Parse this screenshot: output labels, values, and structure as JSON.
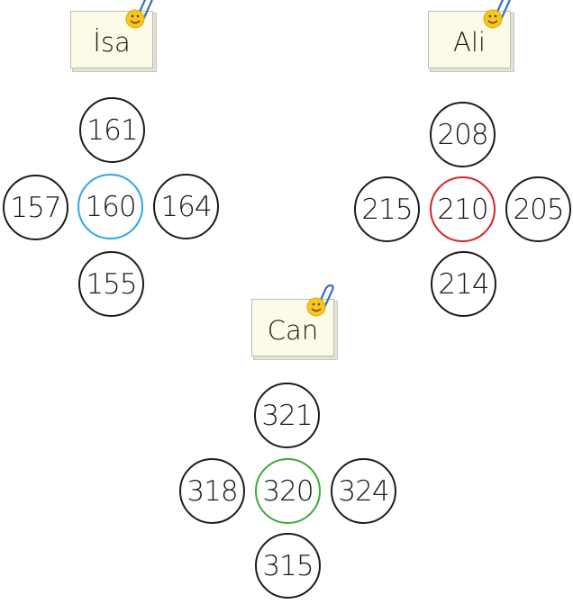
{
  "groups": [
    {
      "name": "İsa",
      "center_color": "#29a9e1",
      "top": "161",
      "left": "157",
      "center": "160",
      "right": "164",
      "bottom": "155"
    },
    {
      "name": "Ali",
      "center_color": "#d2232a",
      "top": "208",
      "left": "215",
      "center": "210",
      "right": "205",
      "bottom": "214"
    },
    {
      "name": "Can",
      "center_color": "#3aaa35",
      "top": "321",
      "left": "318",
      "center": "320",
      "right": "324",
      "bottom": "315"
    }
  ],
  "icons": {
    "note_pin": "smiley-paperclip-icon",
    "pin_face_color": "#f7c51e",
    "clip_color": "#3b6fb6"
  }
}
